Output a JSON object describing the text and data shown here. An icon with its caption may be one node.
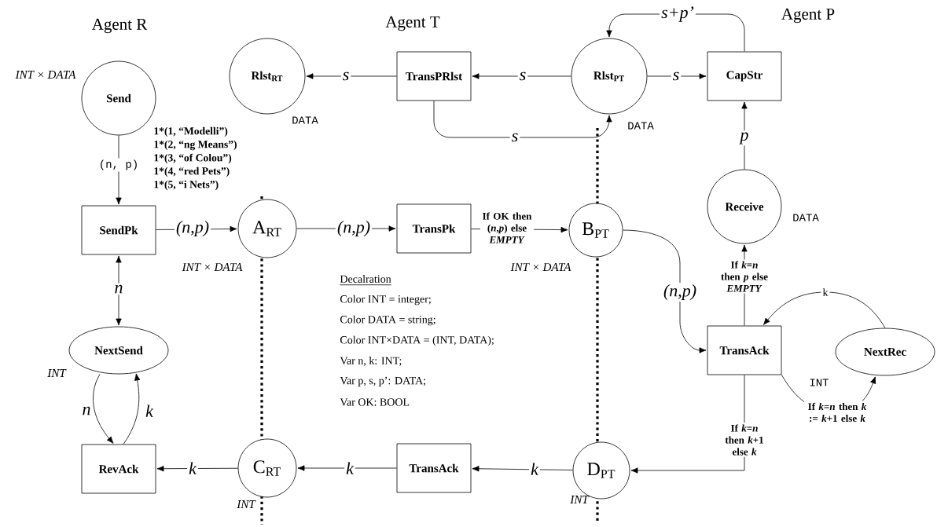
{
  "diagram": {
    "nodes": [
      {
        "text": [
          "Send"
        ],
        "beside": [
          "INT × DATA"
        ]
      },
      {
        "text": [
          "SendPk"
        ]
      },
      {
        "text": [
          "NextSend"
        ],
        "beside": [
          "INT"
        ]
      },
      {
        "text": [
          "RevAck"
        ]
      },
      {
        "text": [
          "Rlst$_{RT}$"
        ],
        "beside": [
          "DATA"
        ]
      },
      {
        "text": [
          "TransPRlst"
        ]
      },
      {
        "text": [
          "Rlst$_{PT}$"
        ],
        "beside": [
          "DATA"
        ]
      },
      {
        "text": [
          "CapStr"
        ]
      },
      {
        "text": [
          "A$_{RT}$"
        ],
        "beside": [
          "INT × DATA"
        ]
      },
      {
        "text": [
          "TransPk"
        ]
      },
      {
        "text": [
          "B$_{PT}$"
        ],
        "beside": [
          "INT × DATA"
        ]
      },
      {
        "text": [
          "Receive"
        ],
        "beside": [
          "DATA"
        ]
      },
      {
        "text": [
          "TransAck"
        ]
      },
      {
        "text": [
          "NextRec"
        ],
        "beside": [
          "INT"
        ]
      },
      {
        "text": [
          "C$_{RT}$"
        ],
        "beside": [
          "INT"
        ]
      },
      {
        "text": [
          "TransAck"
        ]
      },
      {
        "text": [
          "D$_{PT}$"
        ],
        "beside": [
          "INT"
        ]
      }
    ],
    "edges": [
      {
        "from": 0,
        "to": 1,
        "arrow": "to",
        "label": "(n, p)"
      },
      {
        "from": 1,
        "to": 8,
        "arrow": "to",
        "label": "(n,p)"
      },
      {
        "from": 8,
        "to": 9,
        "arrow": "to",
        "label": "(n,p)"
      },
      {
        "from": 9,
        "to": 10,
        "arrow": "to",
        "label": "If OK then (*n*,*p*) else *EMPTY*"
      },
      {
        "from": 10,
        "to": 12,
        "arrow": "to",
        "label": "(n,p)"
      },
      {
        "from": 12,
        "to": 11,
        "arrow": "to",
        "label": "If *k*=*n* then *p* else *EMPTY*"
      },
      {
        "from": 11,
        "to": 7,
        "arrow": "to",
        "label": "p"
      },
      {
        "from": 7,
        "to": 6,
        "arrow": "to",
        "label": "s+p’"
      },
      {
        "from": 6,
        "to": 7,
        "arrow": "to",
        "label": "s"
      },
      {
        "from": 6,
        "to": 5,
        "arrow": "to",
        "label": "s"
      },
      {
        "from": 5,
        "to": 6,
        "arrow": "to",
        "label": "s"
      },
      {
        "from": 5,
        "to": 4,
        "arrow": "to",
        "label": "s"
      },
      {
        "from": 13,
        "to": 12,
        "arrow": "to",
        "label": "k"
      },
      {
        "from": 12,
        "to": 13,
        "arrow": "to",
        "label": "If *k*=*n* then *k* := *k*+1 else *k*"
      },
      {
        "from": 12,
        "to": 16,
        "arrow": "to",
        "label": "If *k*=*n* then *k*+1 else *k*"
      },
      {
        "from": 16,
        "to": 15,
        "arrow": "to",
        "label": "k"
      },
      {
        "from": 15,
        "to": 14,
        "arrow": "to",
        "label": "k"
      },
      {
        "from": 14,
        "to": 3,
        "arrow": "to",
        "label": "k"
      },
      {
        "from": 2,
        "to": 3,
        "arrow": "to",
        "label": "n"
      },
      {
        "from": 3,
        "to": 2,
        "arrow": "to",
        "label": "k"
      },
      {
        "from": 1,
        "to": 2,
        "arrow": "both",
        "label": "n"
      }
    ],
    "labels": [
      "Agent R",
      "Agent T",
      "Agent P",
      "1*(1, “Modelli”)",
      "1*(2, “ng Means”)",
      "1*(3, “of Colou”)",
      "1*(4, “red Pets”)",
      "1*(5, “i Nets”)",
      "Decalration",
      "Color INT = integer;",
      "Color DATA = string;",
      "Color INT×DATA = (INT, DATA);",
      "Var n, k: INT;",
      "Var p, s, p’: DATA;",
      "Var OK: BOOL"
    ]
  }
}
